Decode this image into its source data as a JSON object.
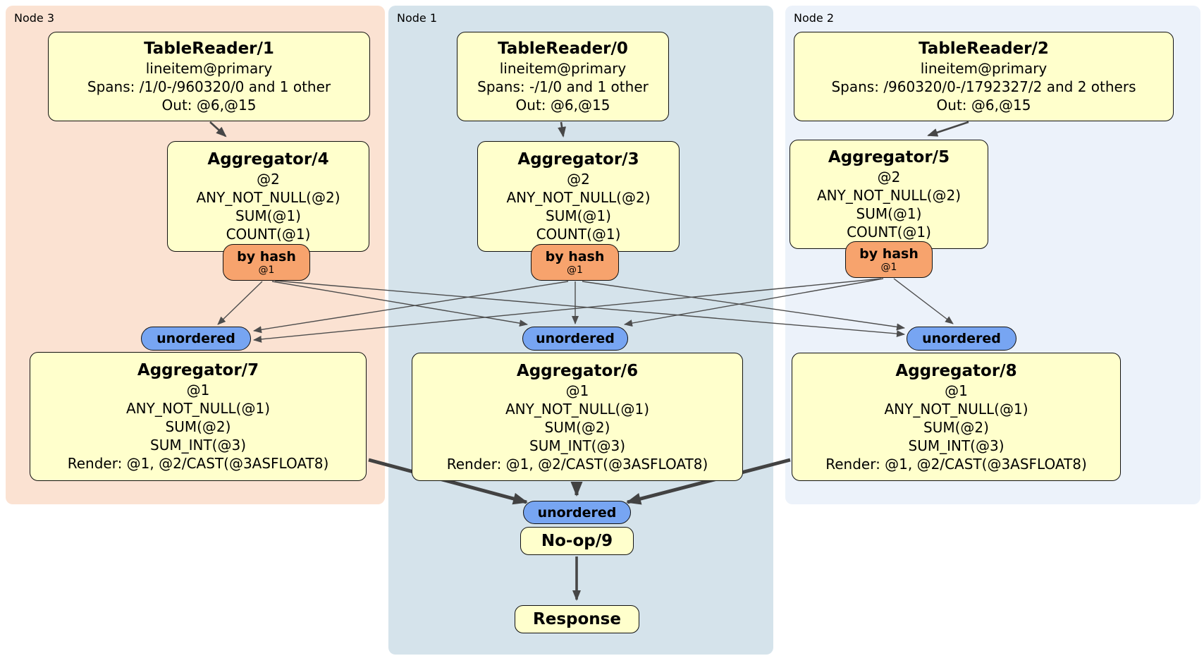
{
  "groups": [
    {
      "label": "Node 3"
    },
    {
      "label": "Node 1"
    },
    {
      "label": "Node 2"
    }
  ],
  "processors": {
    "tr1": {
      "title": "TableReader/1",
      "lines": [
        "lineitem@primary",
        "Spans: /1/0-/960320/0 and 1 other",
        "Out: @6,@15"
      ]
    },
    "tr0": {
      "title": "TableReader/0",
      "lines": [
        "lineitem@primary",
        "Spans: -/1/0 and 1 other",
        "Out: @6,@15"
      ]
    },
    "tr2": {
      "title": "TableReader/2",
      "lines": [
        "lineitem@primary",
        "Spans: /960320/0-/1792327/2 and 2 others",
        "Out: @6,@15"
      ]
    },
    "agg4": {
      "title": "Aggregator/4",
      "lines": [
        "@2",
        "ANY_NOT_NULL(@2)",
        "SUM(@1)",
        "COUNT(@1)"
      ]
    },
    "agg3": {
      "title": "Aggregator/3",
      "lines": [
        "@2",
        "ANY_NOT_NULL(@2)",
        "SUM(@1)",
        "COUNT(@1)"
      ]
    },
    "agg5": {
      "title": "Aggregator/5",
      "lines": [
        "@2",
        "ANY_NOT_NULL(@2)",
        "SUM(@1)",
        "COUNT(@1)"
      ]
    },
    "agg7": {
      "title": "Aggregator/7",
      "lines": [
        "@1",
        "ANY_NOT_NULL(@1)",
        "SUM(@2)",
        "SUM_INT(@3)",
        "Render: @1, @2/CAST(@3ASFLOAT8)"
      ]
    },
    "agg6": {
      "title": "Aggregator/6",
      "lines": [
        "@1",
        "ANY_NOT_NULL(@1)",
        "SUM(@2)",
        "SUM_INT(@3)",
        "Render: @1, @2/CAST(@3ASFLOAT8)"
      ]
    },
    "agg8": {
      "title": "Aggregator/8",
      "lines": [
        "@1",
        "ANY_NOT_NULL(@1)",
        "SUM(@2)",
        "SUM_INT(@3)",
        "Render: @1, @2/CAST(@3ASFLOAT8)"
      ]
    },
    "noop": {
      "title": "No-op/9"
    },
    "response": {
      "title": "Response"
    }
  },
  "router": {
    "label": "by hash",
    "detail": "@1"
  },
  "sync": {
    "label": "unordered"
  },
  "colors": {
    "node3_bg": "#fbe2d2",
    "node1_bg": "#d5e3eb",
    "node2_bg": "#ecf2fa",
    "processor_bg": "#ffffcc",
    "router_bg": "#f7a36d",
    "sync_bg": "#77a5f2",
    "edge": "#4d4d4d"
  }
}
